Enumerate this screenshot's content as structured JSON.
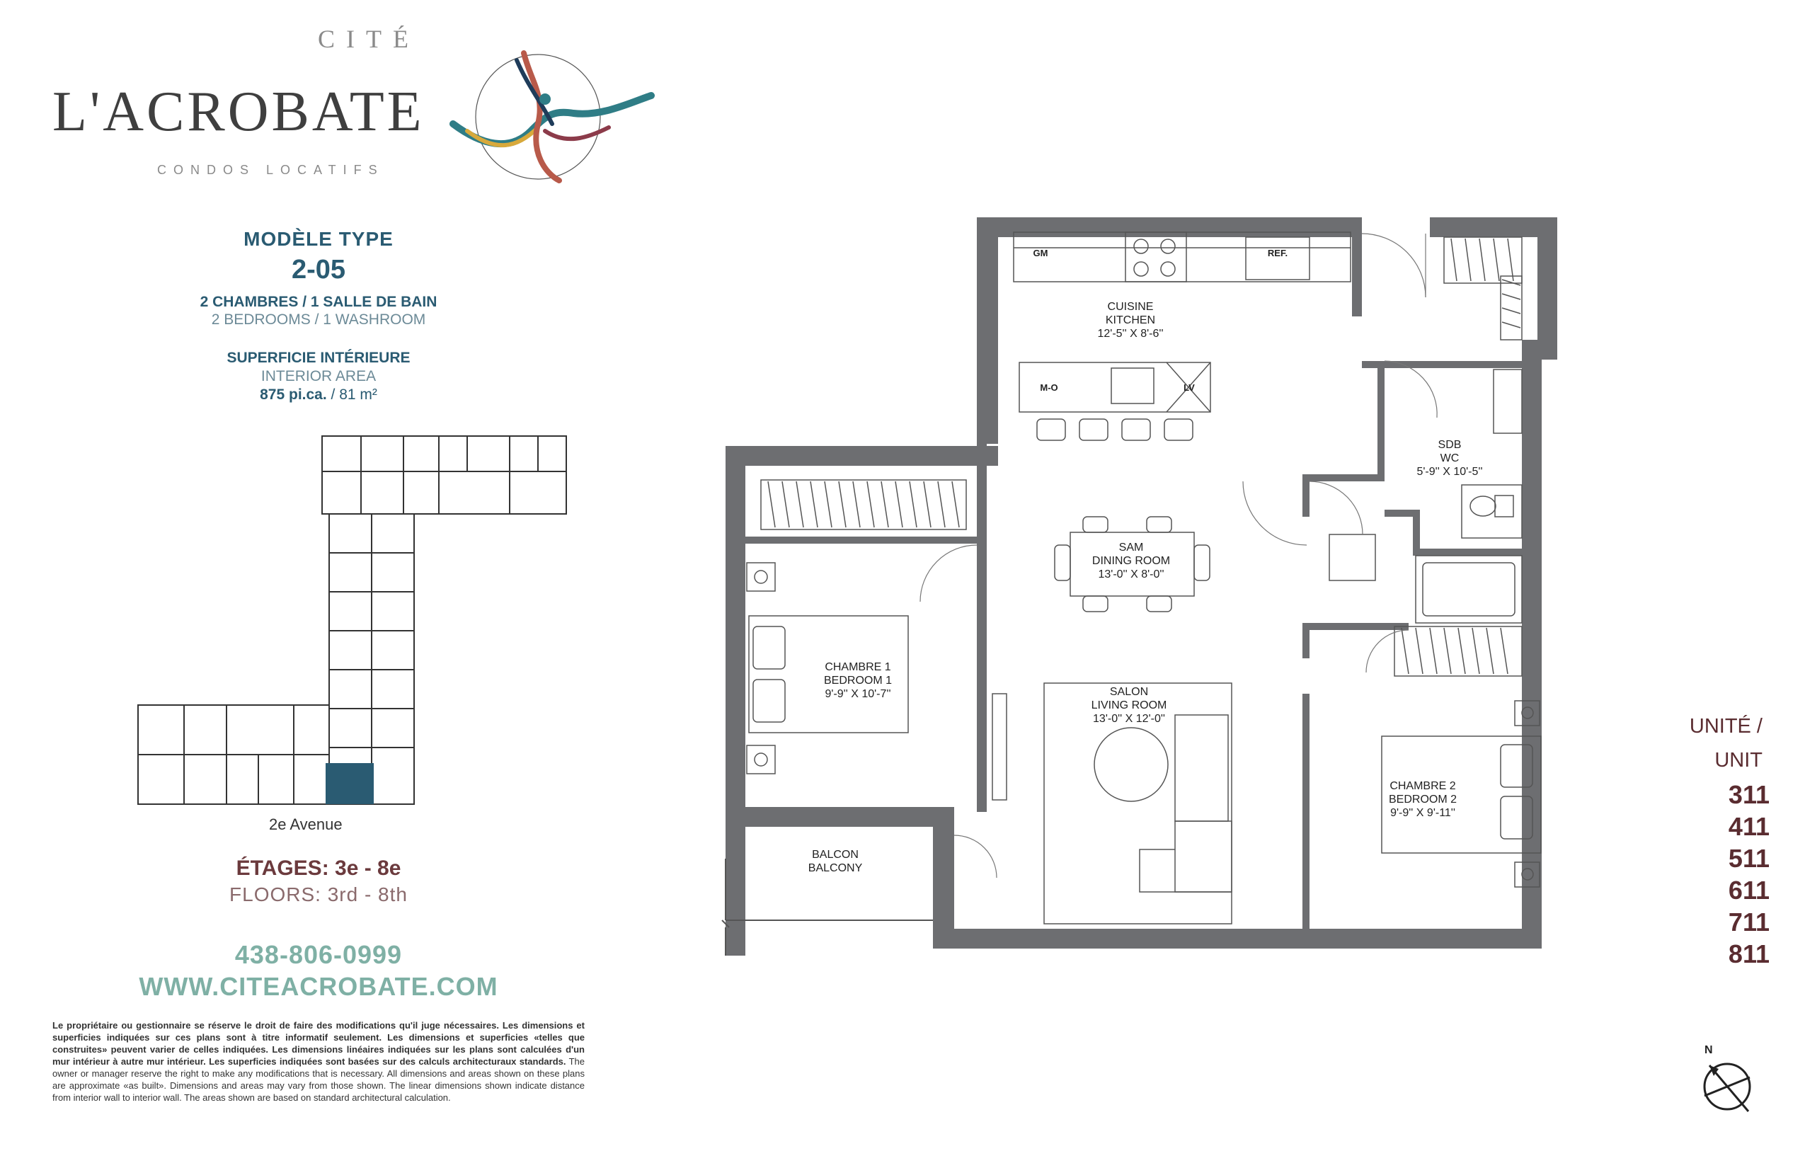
{
  "brand": {
    "line1": "CITÉ",
    "line2": "L'ACROBATE",
    "line3": "CONDOS LOCATIFS"
  },
  "model": {
    "label": "MODÈLE TYPE",
    "code": "2-05",
    "rooms_fr": "2 CHAMBRES / 1 SALLE DE BAIN",
    "rooms_en": "2 BEDROOMS / 1 WASHROOM",
    "area_fr": "SUPERFICIE INTÉRIEURE",
    "area_en": "INTERIOR AREA",
    "area_sqft": "875 pi.ca.",
    "area_m2": " / 81 m²"
  },
  "key_plan": {
    "street": "2e Avenue",
    "highlight_color": "#2a5b72"
  },
  "floors": {
    "fr": "ÉTAGES: 3e - 8e",
    "en": "FLOORS: 3rd - 8th"
  },
  "contact": {
    "phone": "438-806-0999",
    "website": "WWW.CITEACROBATE.COM"
  },
  "disclaimer": {
    "fr_bold": "Le propriétaire ou gestionnaire se réserve le droit de faire des modifications qu'il juge nécessaires. Les dimensions et superficies indiquées sur ces plans sont à titre informatif seulement. Les dimensions et superficies «telles que construites» peuvent varier de celles indiquées. Les dimensions linéaires indiquées sur les plans sont calculées d'un mur intérieur à autre mur intérieur. Les superficies indiquées sont basées sur des calculs architecturaux standards.",
    "en": " The owner or manager reserve the right to make any modifications that is necessary. All dimensions and areas shown on these plans are approximate «as built». Dimensions and areas may vary from those shown. The linear dimensions shown indicate distance from interior wall to interior wall. The areas shown are based on standard architectural calculation."
  },
  "plan": {
    "kitchen": {
      "fr": "CUISINE",
      "en": "KITCHEN",
      "dim": "12'-5'' X 8'-6''"
    },
    "bath": {
      "fr": "SDB",
      "en": "WC",
      "dim": "5'-9'' X 10'-5''"
    },
    "dining": {
      "fr": "SAM",
      "en": "DINING ROOM",
      "dim": "13'-0'' X 8'-0''"
    },
    "bedroom1": {
      "fr": "CHAMBRE 1",
      "en": "BEDROOM 1",
      "dim": "9'-9'' X 10'-7''"
    },
    "living": {
      "fr": "SALON",
      "en": "LIVING ROOM",
      "dim": "13'-0'' X 12'-0''"
    },
    "bedroom2": {
      "fr": "CHAMBRE 2",
      "en": "BEDROOM 2",
      "dim": "9'-9'' X 9'-11''"
    },
    "balcony": {
      "fr": "BALCON",
      "en": "BALCONY"
    },
    "appliances": {
      "gm": "GM",
      "ref": "REF.",
      "mo": "M-O",
      "lv": "LV"
    },
    "wall_color": "#6d6e71"
  },
  "units": {
    "title_fr": "UNITÉ /",
    "title_en": "UNIT",
    "list": [
      "311",
      "411",
      "511",
      "611",
      "711",
      "811"
    ]
  },
  "compass": {
    "label": "N"
  }
}
